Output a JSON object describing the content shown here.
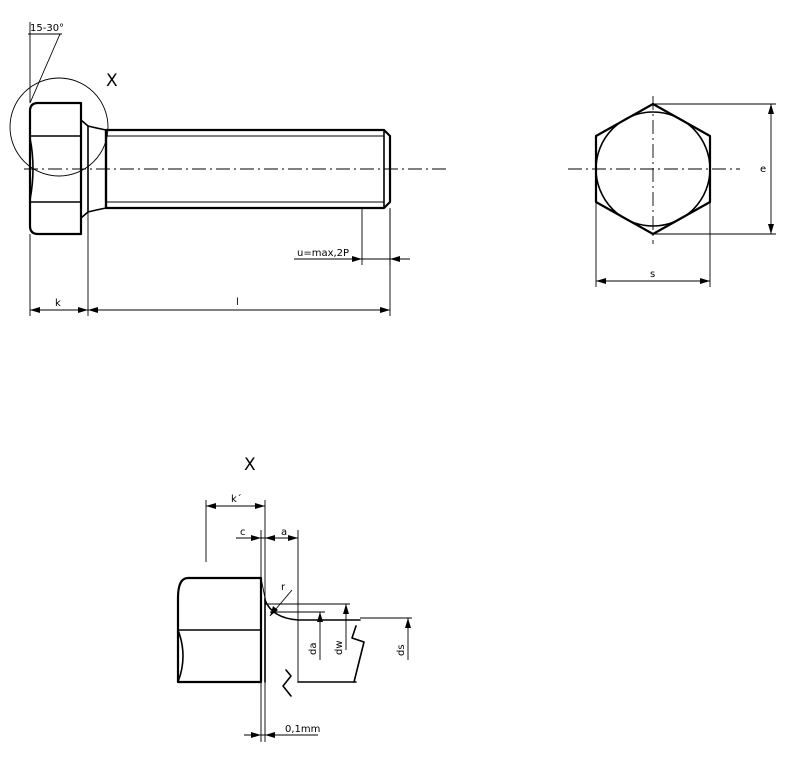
{
  "labels": {
    "angle": "15-30°",
    "detail_mark": "X",
    "detail_title": "X",
    "thread_runout": "u=max,2P",
    "head_height": "k",
    "length": "l",
    "across_corners": "e",
    "across_flats": "s",
    "wrench_height": "k´",
    "c": "c",
    "a": "a",
    "fillet": "r",
    "da": "da",
    "dw": "dw",
    "ds": "ds",
    "offset": "0,1mm"
  }
}
